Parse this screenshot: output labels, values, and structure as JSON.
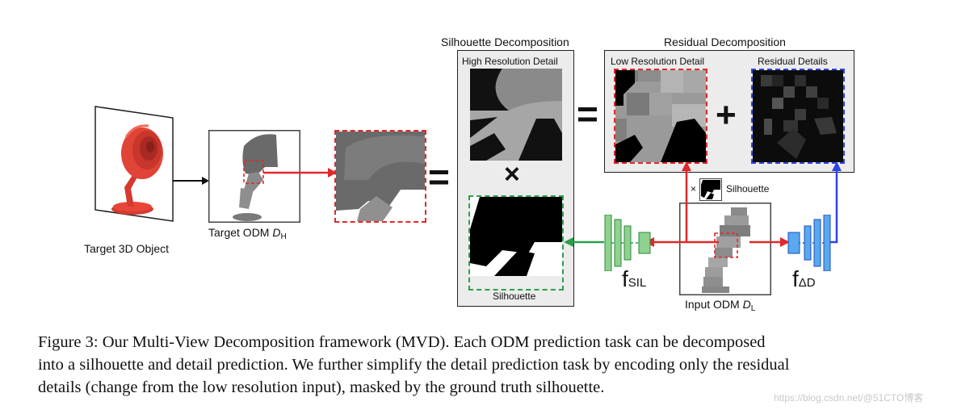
{
  "labels": {
    "silhouette_decomposition": "Silhouette Decomposition",
    "residual_decomposition": "Residual Decomposition",
    "high_resolution_detail": "High Resolution Detail",
    "low_resolution_detail": "Low Resolution Detail",
    "residual_details": "Residual Details",
    "silhouette_bottom": "Silhouette",
    "silhouette_mask": "Silhouette",
    "target_3d_object": "Target 3D Object",
    "target_odm_prefix": "Target ODM ",
    "target_odm_var": "D",
    "target_odm_sub": "H",
    "input_odm_prefix": "Input ODM ",
    "input_odm_var": "D",
    "input_odm_sub": "L",
    "f_sil_main": "f",
    "f_sil_sub": "SIL",
    "f_delta_main": "f",
    "f_delta_sub": "ΔD",
    "equals_1": "=",
    "equals_2": "=",
    "times": "×",
    "plus": "+",
    "small_times": "×"
  },
  "caption": {
    "line1": "Figure 3: Our Multi-View Decomposition framework (MVD). Each ODM prediction task can be decomposed",
    "line2": "into a silhouette and detail prediction. We further simplify the detail prediction task by encoding only the residual",
    "line3": "details (change from the low resolution input), masked by the ground truth silhouette."
  },
  "watermark": "https://blog.csdn.net/@51CTO博客",
  "colors": {
    "red": "#e0282b",
    "green": "#2aa04a",
    "blue": "#2f44e0",
    "green_layer": "#8fd18f",
    "blue_layer": "#5aa8f0",
    "object_red": "#e8463a"
  },
  "icons": [
    "lamp-object-icon",
    "network-encoder-icon",
    "network-decoder-icon"
  ]
}
